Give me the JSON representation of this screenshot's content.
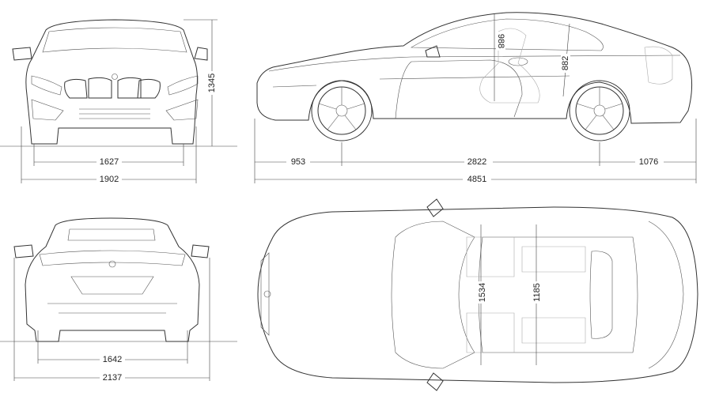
{
  "views": {
    "front": {
      "height_label": "1345",
      "track_label": "1627",
      "width_label": "1902"
    },
    "side": {
      "front_overhang_label": "953",
      "wheelbase_label": "2822",
      "rear_overhang_label": "1076",
      "length_label": "4851",
      "front_headroom_label": "988",
      "rear_headroom_label": "882"
    },
    "rear": {
      "track_label": "1642",
      "width_mirrors_label": "2137"
    },
    "top": {
      "front_shoulder_label": "1534",
      "rear_shoulder_label": "1185"
    }
  }
}
